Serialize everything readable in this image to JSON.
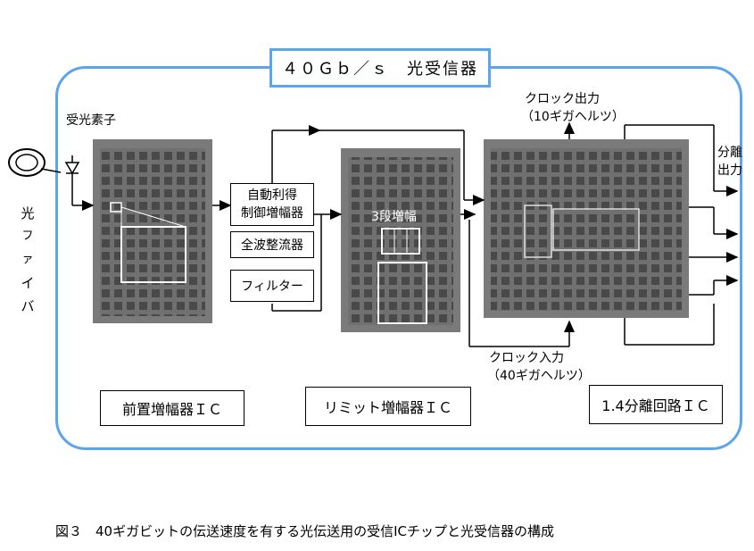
{
  "title": "４０Ｇｂ／ｓ　光受信器",
  "labels": {
    "photodiode": "受光素子",
    "fiber": [
      "光",
      "ファ",
      "イ",
      "バ"
    ],
    "three_stage": "3段増幅",
    "clock_out_line1": "クロック出力",
    "clock_out_line2": "（10ギガヘルツ）",
    "clock_in_line1": "クロック入力",
    "clock_in_line2": "（40ギガヘルツ）",
    "demux_out_line1": "分離",
    "demux_out_line2": "出力"
  },
  "blocks": {
    "agc_line1": "自動利得",
    "agc_line2": "制御増幅器",
    "rectifier": "全波整流器",
    "filter": "フィルター"
  },
  "ic_names": {
    "preamp": "前置増幅器ＩＣ",
    "limiter": "リミット増幅器ＩＣ",
    "demux": "1.4分離回路ＩＣ"
  },
  "caption": "図３　40ギガビットの伝送速度を有する光伝送用の受信ICチップと光受信器の構成",
  "colors": {
    "frame": "#5ba4ee",
    "chip": "#7a7a7a"
  }
}
